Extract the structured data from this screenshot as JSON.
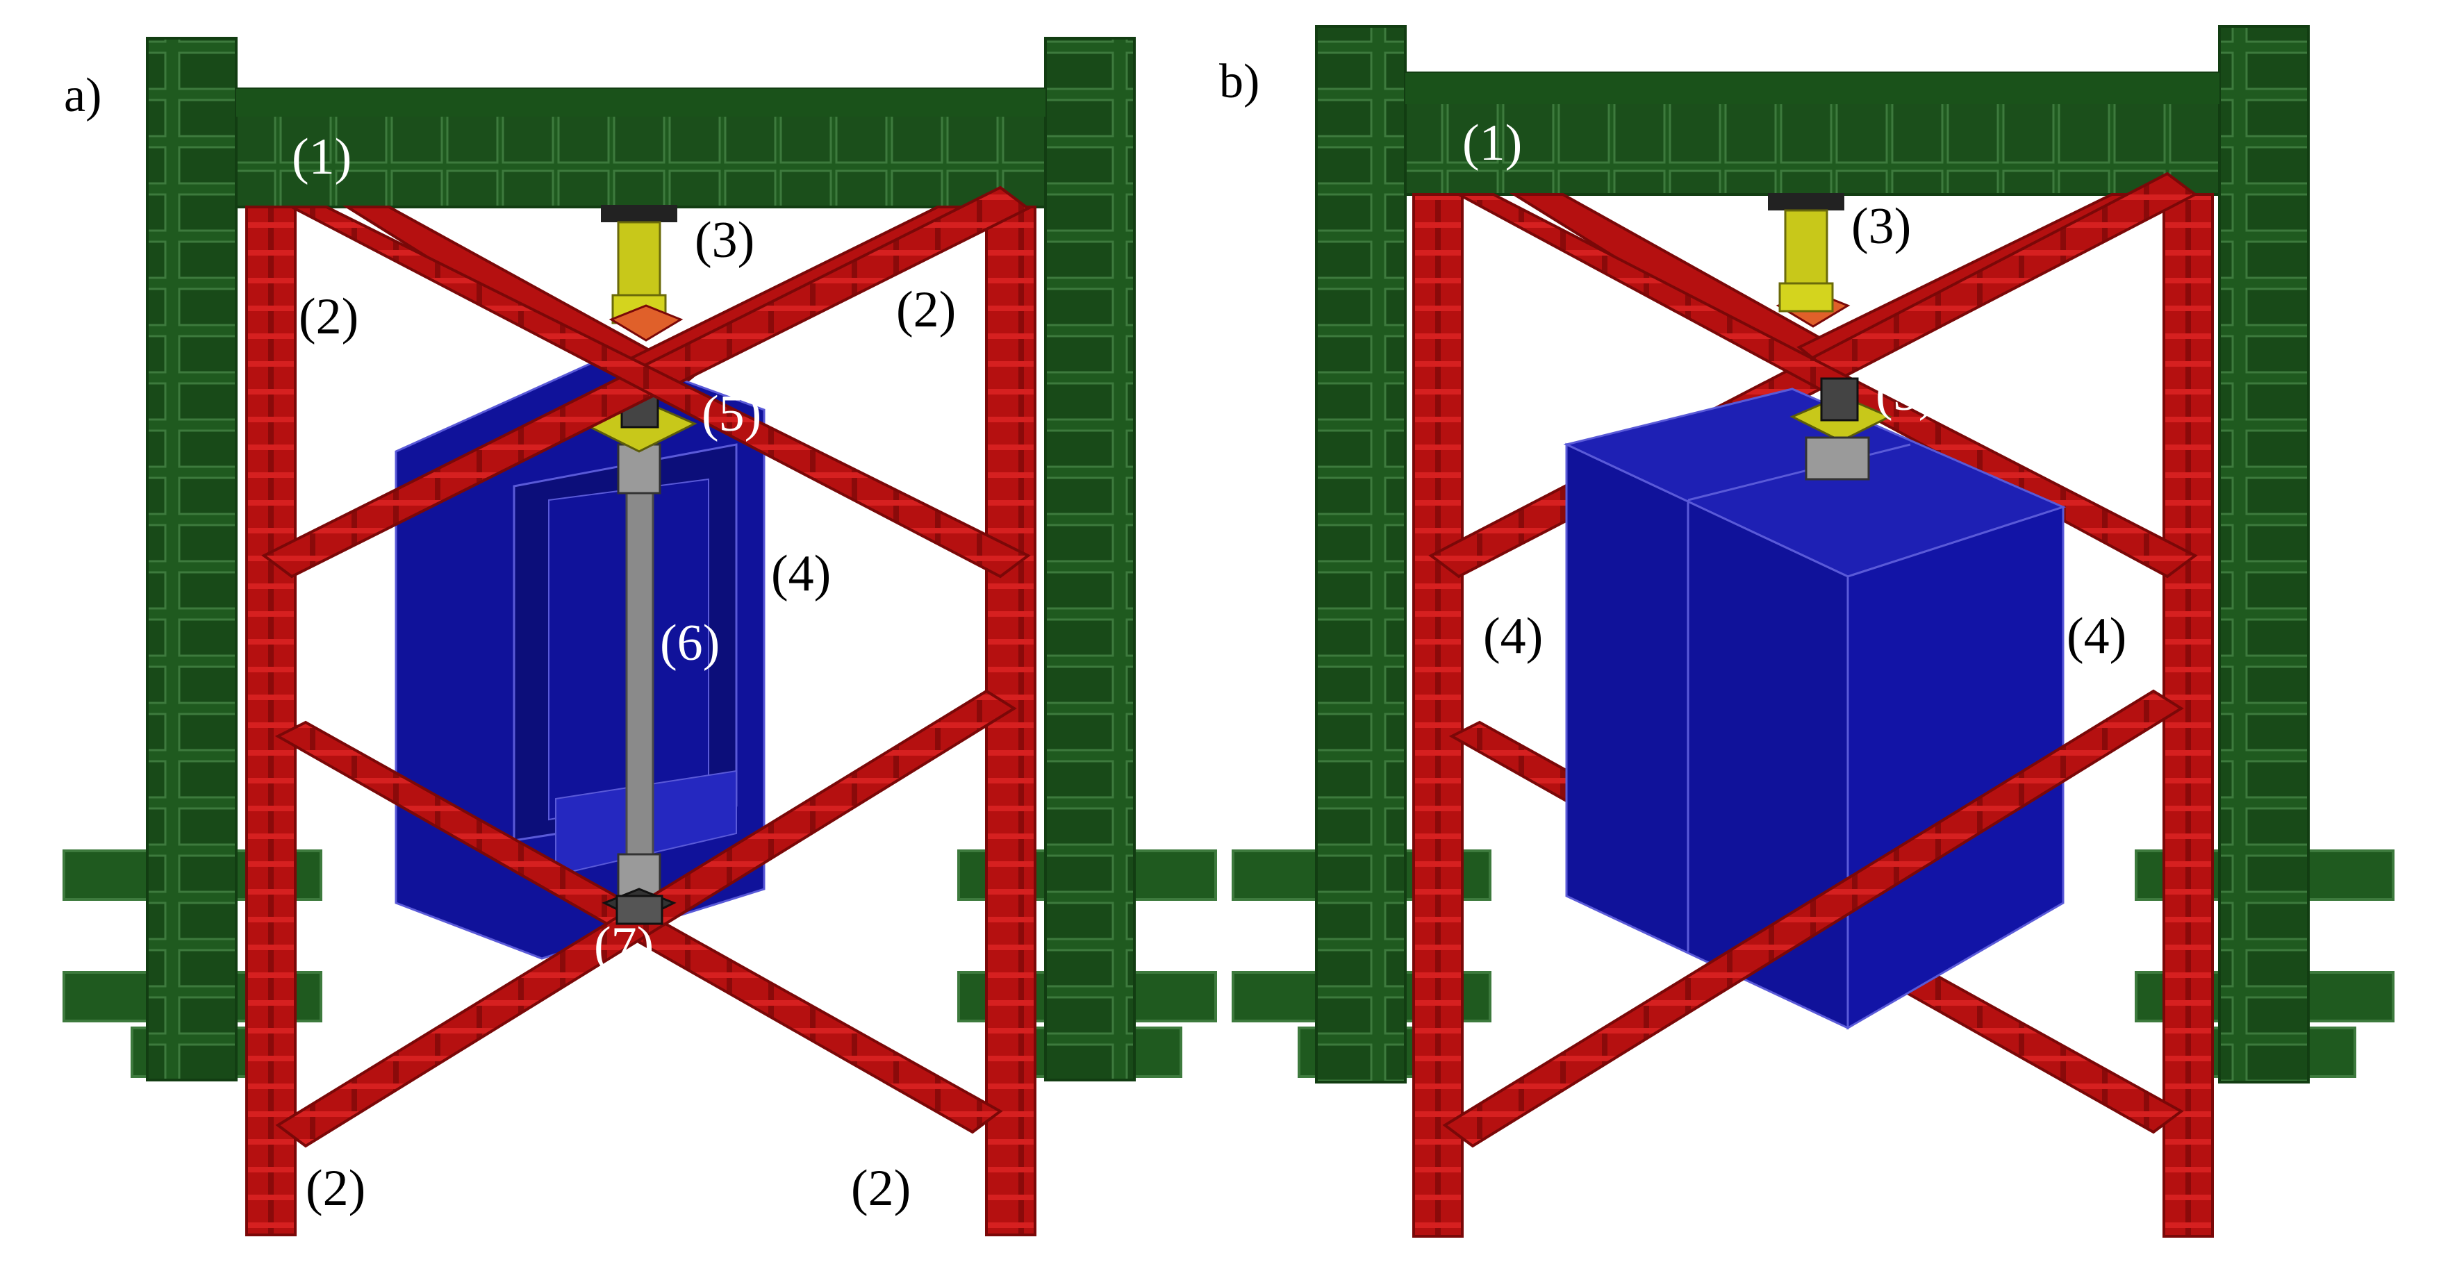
{
  "panels": [
    {
      "letter": "a)",
      "labels": {
        "frame_beam": "(1)",
        "column_top_left": "(2)",
        "column_top_right": "(2)",
        "column_bottom_left": "(2)",
        "column_bottom_right": "(2)",
        "actuator": "(3)",
        "mass_block": "(4)",
        "top_connector": "(5)",
        "steel_rod": "(6)",
        "bottom_connector": "(7)"
      }
    },
    {
      "letter": "b)",
      "labels": {
        "frame_beam": "(1)",
        "actuator": "(3)",
        "top_connector": "(5)",
        "mass_block_left": "(4)",
        "mass_block_right": "(4)"
      }
    }
  ],
  "colors": {
    "frame_green": "#1f5a1f",
    "frame_green_dark": "#123d12",
    "brace_red": "#b51010",
    "brace_red_dark": "#7a0808",
    "mass_blue": "#10129a",
    "mass_blue_light": "#2528c0",
    "actuator_yellow": "#c8c81a",
    "rod_gray": "#8a8a8a"
  }
}
